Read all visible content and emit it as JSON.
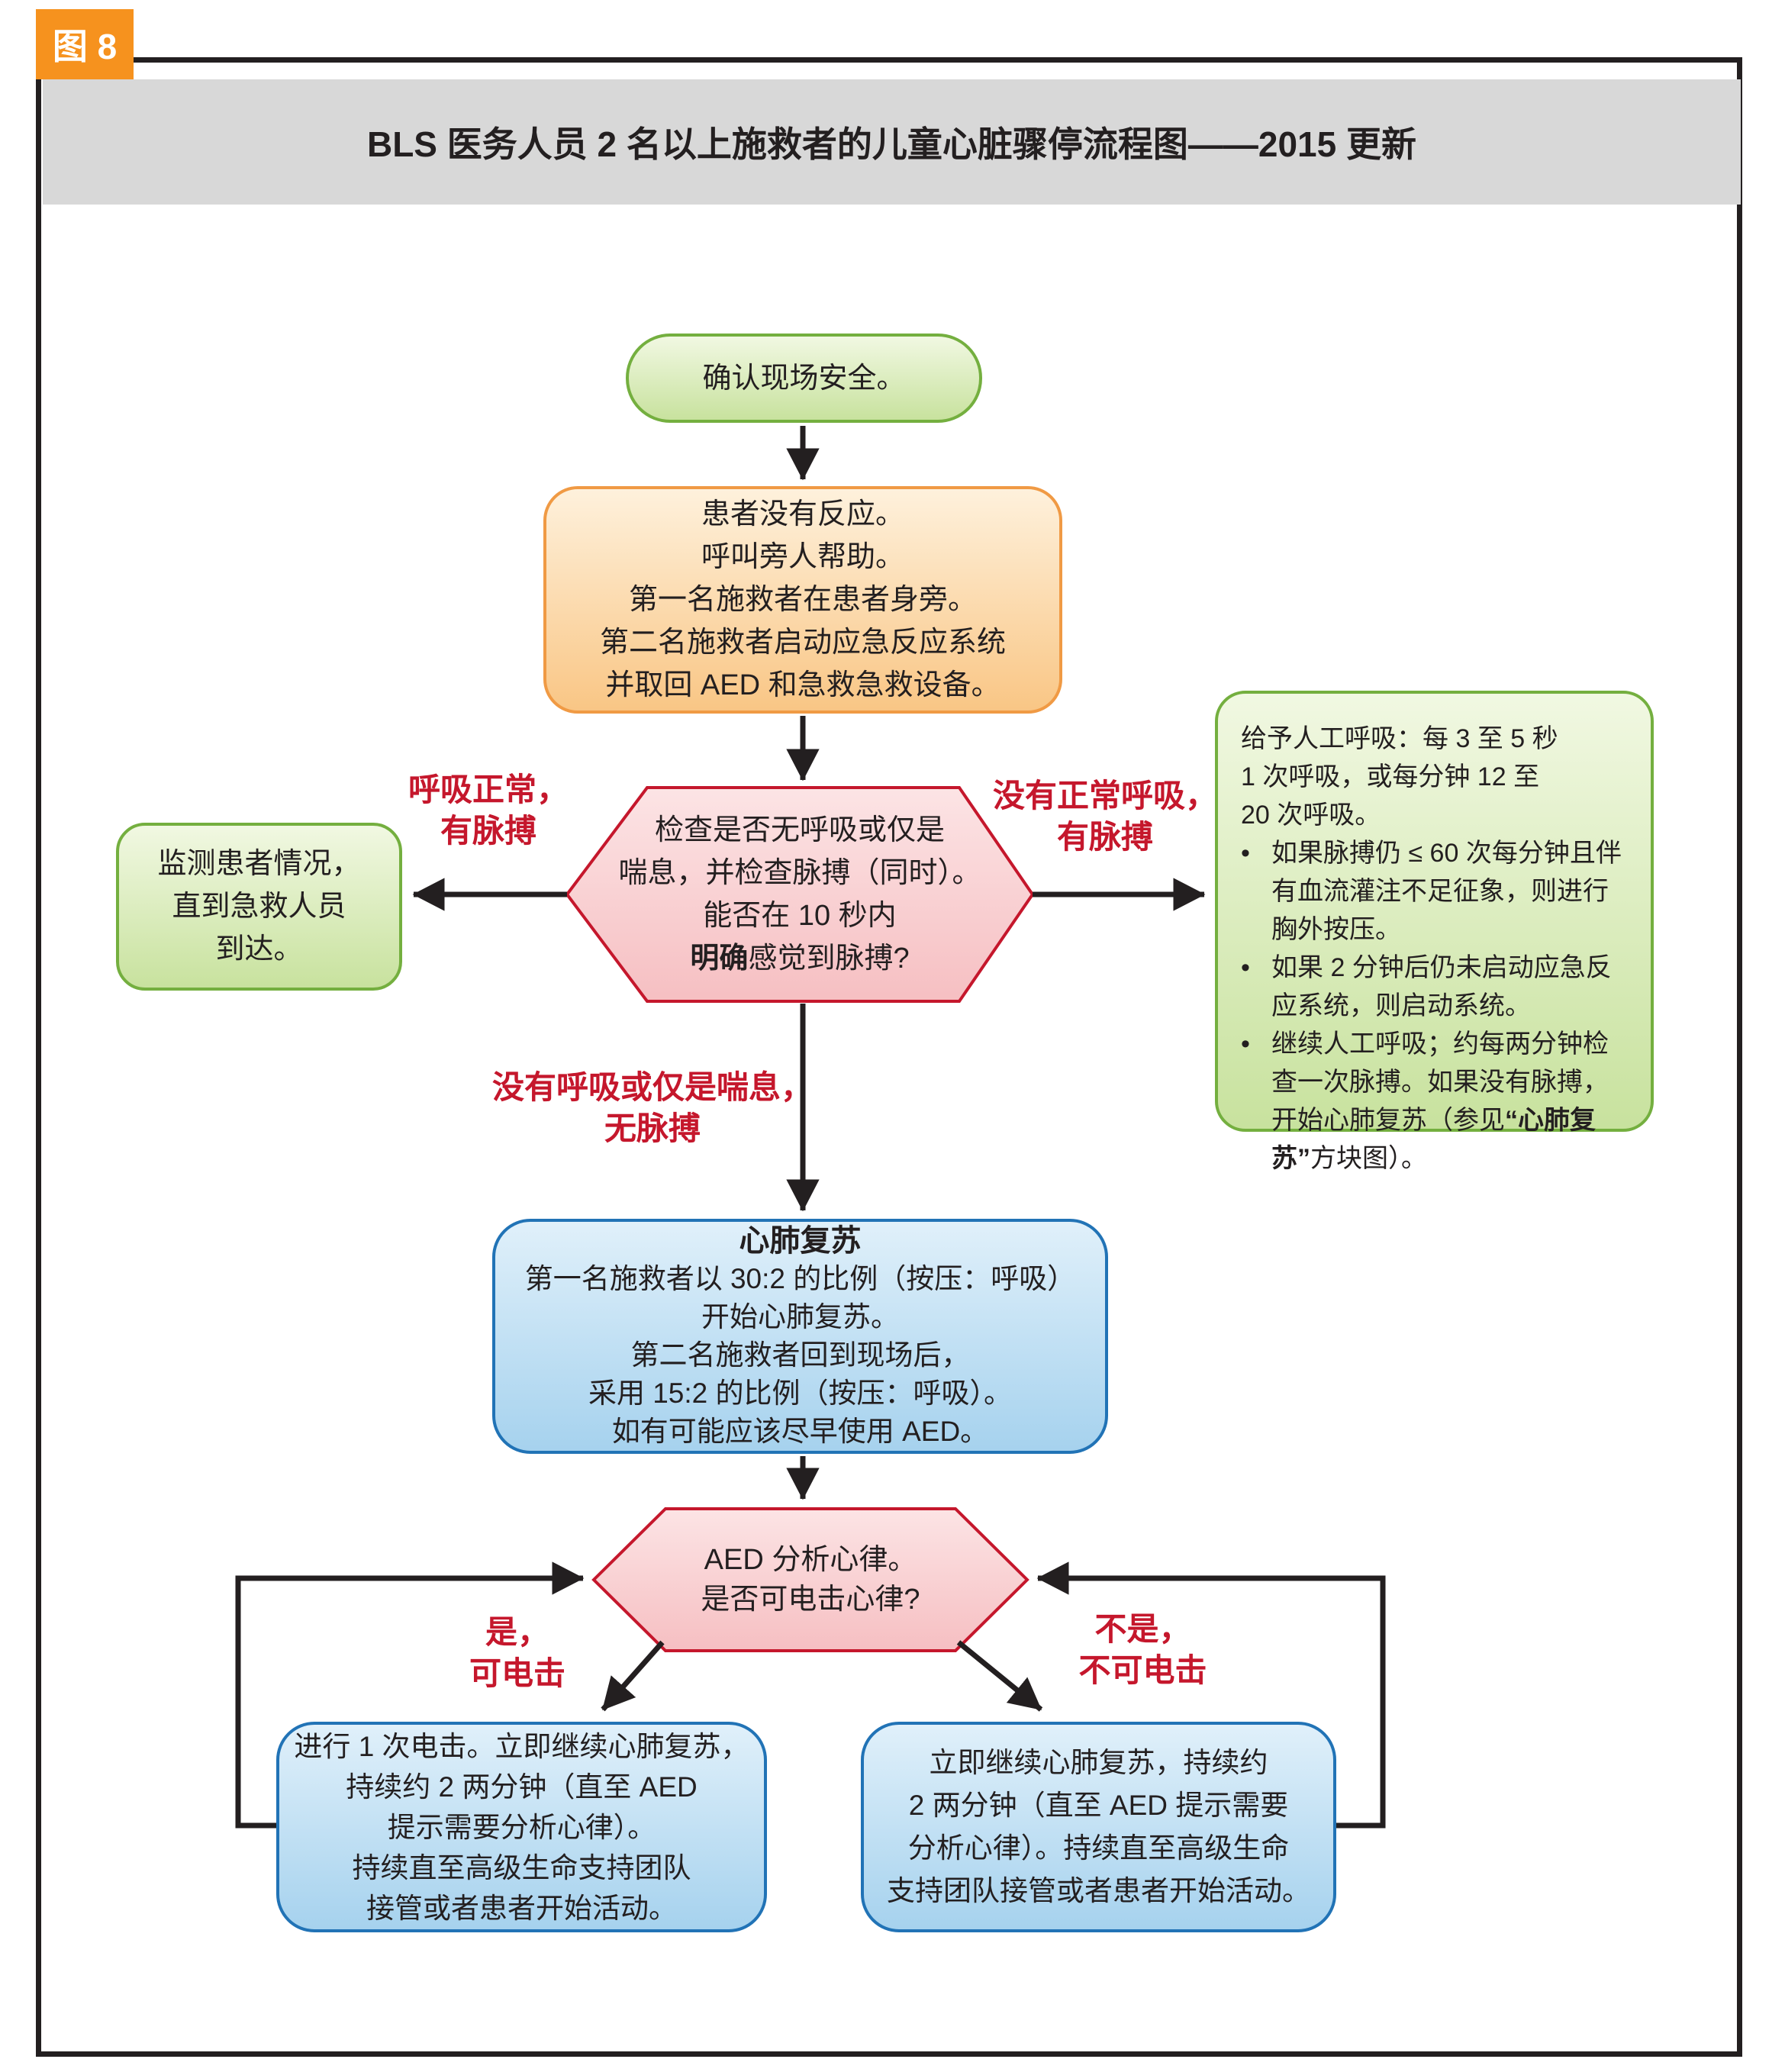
{
  "figure": {
    "badge": "图 8",
    "title": "BLS 医务人员 2 名以上施救者的儿童心脏骤停流程图——2015 更新"
  },
  "nodes": {
    "start": {
      "text": "确认现场安全。"
    },
    "unresponsive": {
      "lines": [
        "患者没有反应。",
        "呼叫旁人帮助。",
        "第一名施救者在患者身旁。",
        "第二名施救者启动应急反应系统",
        "并取回 AED 和急救急救设备。"
      ]
    },
    "check_breathing": {
      "lines": [
        "检查是否无呼吸或仅是",
        "喘息，并检查脉搏（同时）。",
        "能否在 10 秒内"
      ],
      "line4_bold": "明确",
      "line4_rest": "感觉到脉搏?"
    },
    "monitor": {
      "lines": [
        "监测患者情况，",
        "直到急救人员",
        "到达。"
      ]
    },
    "rescue_breathing": {
      "intro": [
        "给予人工呼吸：每 3 至 5 秒",
        "1 次呼吸，或每分钟 12 至",
        "20 次呼吸。"
      ],
      "bullet1": "如果脉搏仍 ≤ 60 次每分钟且伴有血流灌注不足征象，则进行胸外按压。",
      "bullet2": "如果 2 分钟后仍未启动应急反应系统，则启动系统。",
      "bullet3_pre": "继续人工呼吸；约每两分钟检查一次脉搏。如果没有脉搏，开始心肺复苏（参见",
      "bullet3_bold": "“心肺复苏”",
      "bullet3_post": "方块图）。"
    },
    "cpr": {
      "title": "心肺复苏",
      "lines": [
        "第一名施救者以 30:2 的比例（按压：呼吸）",
        "开始心肺复苏。",
        "第二名施救者回到现场后，",
        "采用 15:2 的比例（按压：呼吸）。",
        "如有可能应该尽早使用 AED。"
      ]
    },
    "aed_analyze": {
      "lines": [
        "AED 分析心律。",
        "是否可电击心律?"
      ]
    },
    "shock": {
      "lines": [
        "进行 1 次电击。立即继续心肺复苏，",
        "持续约 2 两分钟（直至 AED",
        "提示需要分析心律）。",
        "持续直至高级生命支持团队",
        "接管或者患者开始活动。"
      ]
    },
    "no_shock": {
      "lines": [
        "立即继续心肺复苏，持续约",
        "2 两分钟（直至 AED 提示需要",
        "分析心律）。持续直至高级生命",
        "支持团队接管或者患者开始活动。"
      ]
    }
  },
  "labels": {
    "bullet_char": "•",
    "normal_breathing": [
      "呼吸正常，",
      "有脉搏"
    ],
    "no_normal_breathing": [
      "没有正常呼吸，",
      "有脉搏"
    ],
    "no_breathing_no_pulse": [
      "没有呼吸或仅是喘息，",
      "无脉搏"
    ],
    "yes_shockable": [
      "是，",
      "可电击"
    ],
    "not_shockable": [
      "不是，",
      "不可电击"
    ]
  },
  "colors": {
    "badge_orange": "#F6921E",
    "title_band_gray": "#D8D8D8",
    "green_fill_top": "#F1F8E2",
    "green_fill_bottom": "#C8E29E",
    "green_border": "#74AF3F",
    "orange_fill_top": "#FEF1DC",
    "orange_fill_bottom": "#F9C685",
    "orange_border": "#F09A44",
    "pink_fill_top": "#FCE4E5",
    "pink_fill_bottom": "#F6BFC2",
    "pink_border": "#C5172C",
    "blue_fill_top": "#E0F0FA",
    "blue_fill_bottom": "#A6D2EE",
    "blue_border": "#2173B6",
    "red_label": "#C5172C",
    "line_black": "#231F20"
  }
}
